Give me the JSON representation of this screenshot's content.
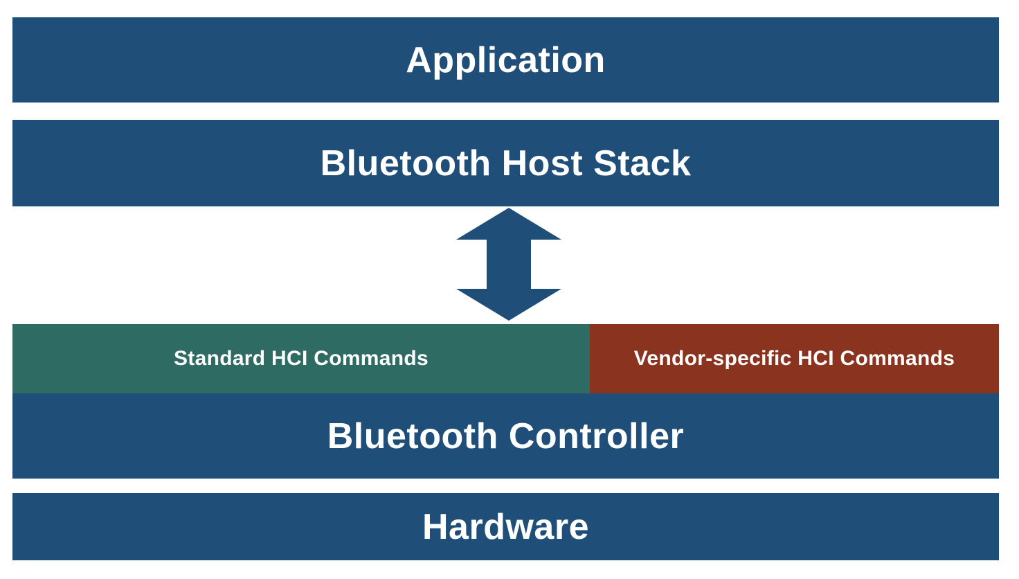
{
  "diagram": {
    "layers": {
      "application": {
        "label": "Application"
      },
      "host_stack": {
        "label": "Bluetooth Host Stack"
      },
      "standard_hci": {
        "label": "Standard HCI Commands"
      },
      "vendor_hci": {
        "label": "Vendor-specific HCI Commands"
      },
      "controller": {
        "label": "Bluetooth Controller"
      },
      "hardware": {
        "label": "Hardware"
      }
    },
    "icons": {
      "hci_arrow": "double-headed-vertical-arrow-icon"
    },
    "colors": {
      "layer_blue": "#1F4E79",
      "standard_hci_teal": "#2E6B62",
      "vendor_hci_red": "#8A331E",
      "arrow_blue": "#1F4E79",
      "label_text": "#FFFFFF",
      "background": "#FFFFFF"
    }
  }
}
